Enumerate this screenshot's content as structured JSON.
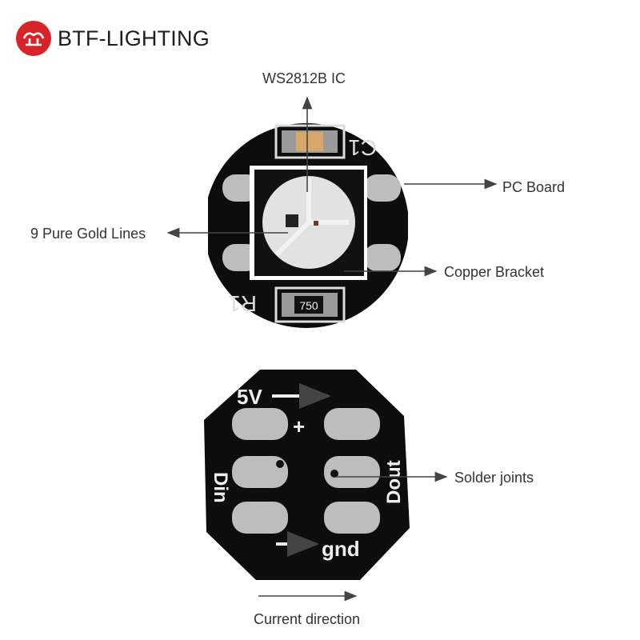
{
  "brand": {
    "name": "BTF-LIGHTING",
    "logo_color": "#d8232a"
  },
  "callouts": {
    "ic": "WS2812B IC",
    "pc_board": "PC Board",
    "gold_lines": "9 Pure Gold Lines",
    "copper_bracket": "Copper Bracket",
    "solder_joints": "Solder joints",
    "current_direction": "Current direction"
  },
  "silkscreen": {
    "front": {
      "capacitor": "C1",
      "resistor": "R1",
      "resistor_code": "750"
    },
    "back": {
      "power": "5V",
      "plus": "+",
      "data_in": "Din",
      "data_out": "Dout",
      "ground": "gnd"
    }
  },
  "colors": {
    "board": "#0d0d0d",
    "pad": "#b9b9b9",
    "led_lens": "#d9d9d9",
    "arrow": "#444444"
  }
}
